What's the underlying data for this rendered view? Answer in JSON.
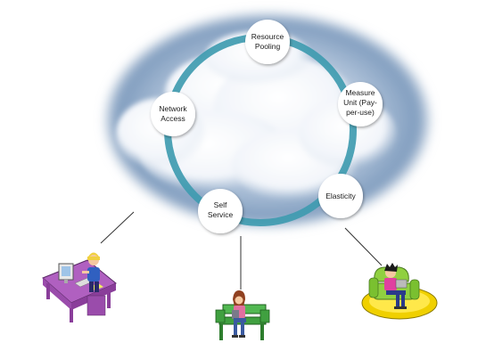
{
  "diagram": {
    "nodes": [
      {
        "id": "resource-pooling",
        "lines": [
          "Resource",
          "Pooling"
        ]
      },
      {
        "id": "measure-unit",
        "lines": [
          "Measure",
          "Unit (Pay-",
          "per-use)"
        ]
      },
      {
        "id": "elasticity",
        "lines": [
          "Elasticity"
        ]
      },
      {
        "id": "self-service",
        "lines": [
          "Self",
          "Service"
        ]
      },
      {
        "id": "network-access",
        "lines": [
          "Network",
          "Access"
        ]
      }
    ],
    "users": [
      {
        "id": "desk-user",
        "icon": "person-at-desk-icon",
        "colors": {
          "desk": "#b060c0",
          "shirt": "#3060c0",
          "hair": "#f0d040"
        }
      },
      {
        "id": "bench-user",
        "icon": "person-on-bench-icon",
        "colors": {
          "bench": "#40a040",
          "shirt": "#e070a0",
          "hair": "#904020"
        }
      },
      {
        "id": "chair-user",
        "icon": "person-in-chair-icon",
        "colors": {
          "chair": "#90d040",
          "rug": "#f0d000",
          "shirt": "#e040a0"
        }
      }
    ],
    "colors": {
      "ring": "#3f9bb0",
      "cloud_sky": "#8aa8c8",
      "cloud_white": "#ffffff",
      "node_fill": "#ffffff",
      "connector": "#333333"
    }
  }
}
